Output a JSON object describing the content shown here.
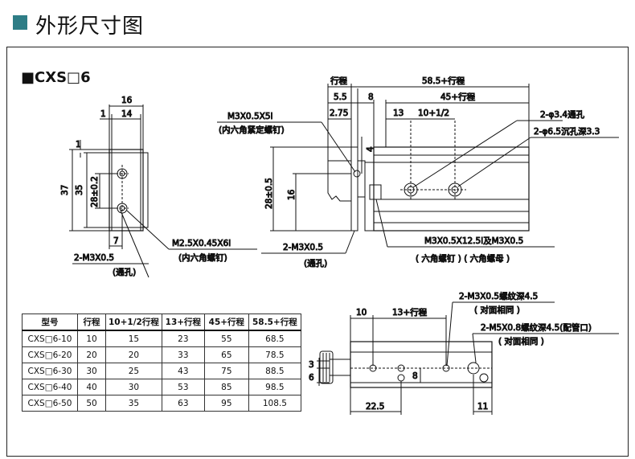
{
  "header": {
    "title": "外形尺寸图"
  },
  "model": {
    "label": "■CXS□6"
  },
  "left_view": {
    "dims": {
      "d16": "16",
      "d1": "1",
      "d14": "14",
      "d1b": "1",
      "d37": "37",
      "d35": "35",
      "d28": "28±0.2",
      "d7": "7"
    },
    "labels": {
      "m25": "M2.5X0.45X6l",
      "m25_sub": "(内六角螺钉)",
      "m3": "2-M3X0.5",
      "m3_sub": "(通孔)"
    }
  },
  "side_view": {
    "dims": {
      "stroke": "行程",
      "d585": "58.5+行程",
      "d55": "5.5",
      "d8": "8",
      "d45": "45+行程",
      "d275": "2.75",
      "d13": "13",
      "d10": "10+1/2",
      "d4": "4",
      "d28": "28±0.5",
      "d16": "16"
    },
    "labels": {
      "m3x5": "M3X0.5X5l",
      "m3x5_sub": "(内六角紧定螺钉)",
      "hole34": "2-φ3.4通孔",
      "hole65": "2-φ6.5沉孔深3.3",
      "m3_2": "2-M3X0.5",
      "m3_2_sub": "(通孔)",
      "m3x12": "M3X0.5X12.5l及M3X0.5",
      "m3x12_sub": "( 六角螺钉 )  ( 六角螺母 )"
    }
  },
  "bottom_view": {
    "dims": {
      "d10": "10",
      "d13": "13+行程",
      "d3": "3",
      "d6": "6",
      "d8": "8",
      "d225": "22.5",
      "d11": "11"
    },
    "labels": {
      "m3": "2-M3X0.5螺纹深4.5",
      "m3_sub": "( 对面相同 )",
      "m5": "2-M5X0.8螺纹深4.5(配管口)",
      "m5_sub": "( 对面相同 )"
    }
  },
  "table": {
    "headers": [
      "型号",
      "行程",
      "10+1/2行程",
      "13+行程",
      "45+行程",
      "58.5+行程"
    ],
    "rows": [
      [
        "CXS□6-10",
        "10",
        "15",
        "23",
        "55",
        "68.5"
      ],
      [
        "CXS□6-20",
        "20",
        "20",
        "33",
        "65",
        "78.5"
      ],
      [
        "CXS□6-30",
        "30",
        "25",
        "43",
        "75",
        "88.5"
      ],
      [
        "CXS□6-40",
        "40",
        "30",
        "53",
        "85",
        "98.5"
      ],
      [
        "CXS□6-50",
        "50",
        "35",
        "63",
        "95",
        "108.5"
      ]
    ]
  }
}
